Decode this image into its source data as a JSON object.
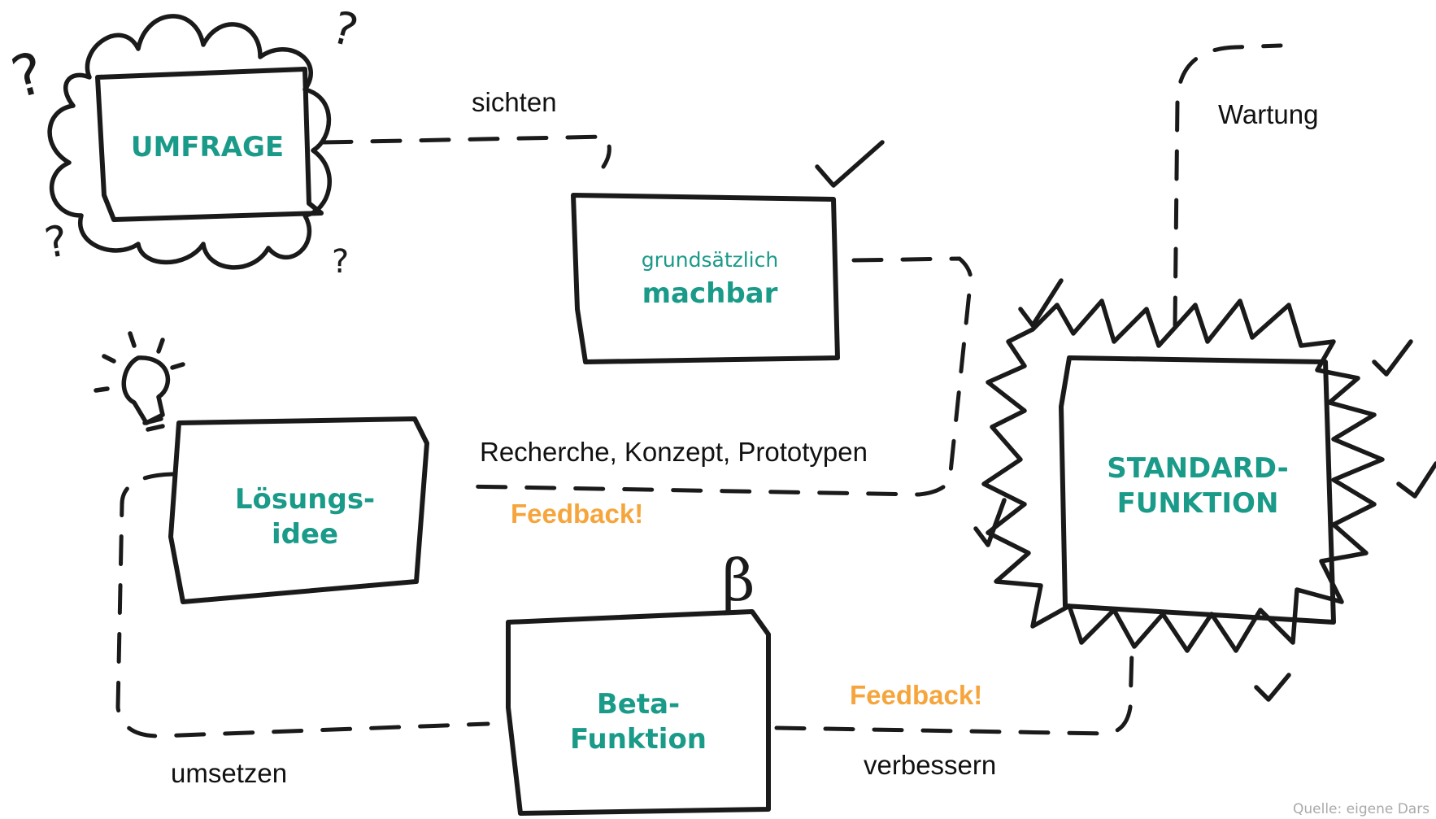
{
  "nodes": {
    "umfrage": "UMFRAGE",
    "machbar_top": "grundsätzlich",
    "machbar_bottom": "machbar",
    "loesungsidee_line1": "Lösungs-",
    "loesungsidee_line2": "idee",
    "beta_line1": "Beta-",
    "beta_line2": "Funktion",
    "standard_line1": "STANDARD-",
    "standard_line2": "FUNKTION"
  },
  "edges": {
    "sichten": "sichten",
    "recherche": "Recherche, Konzept, Prototypen",
    "feedback_1": "Feedback!",
    "feedback_2": "Feedback!",
    "umsetzen": "umsetzen",
    "verbessern": "verbessern",
    "wartung": "Wartung"
  },
  "decorations": {
    "beta_mark": "β",
    "question_mark": "?"
  },
  "source": "Quelle: eigene Dars",
  "colors": {
    "teal": "#1a9a88",
    "orange": "#f6a53c",
    "ink": "#1a1a1a"
  }
}
